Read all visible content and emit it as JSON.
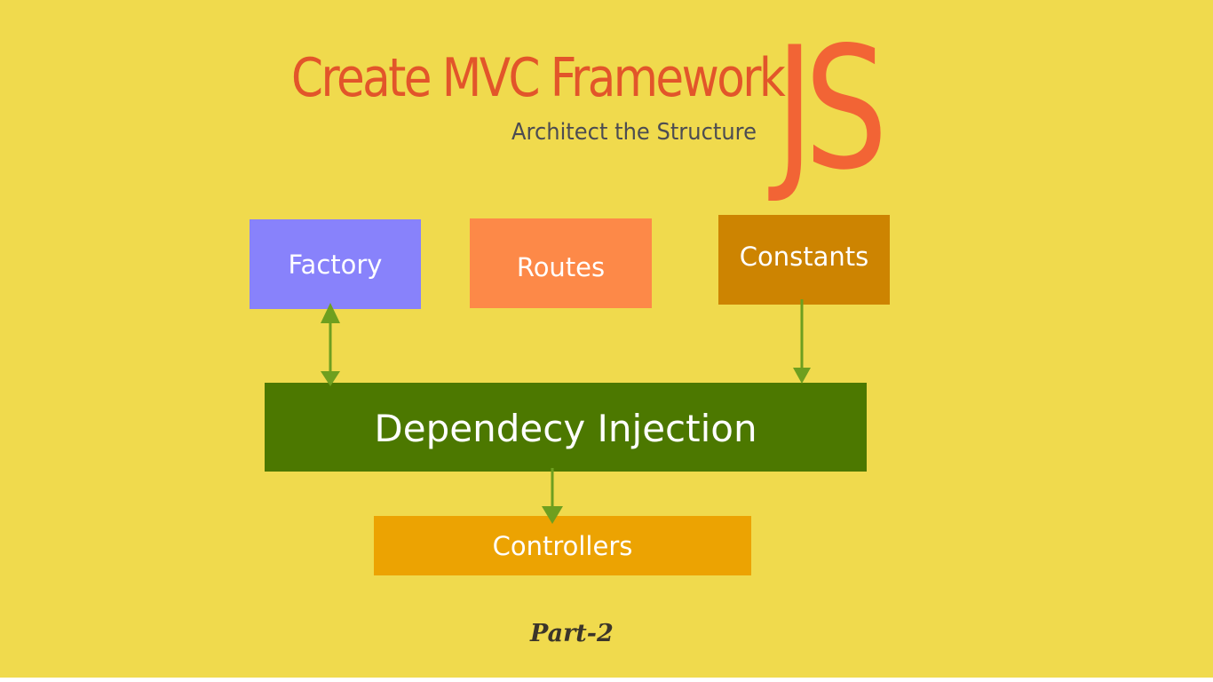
{
  "title": "Create MVC Framework",
  "logo_mark": "JS",
  "subtitle": "Architect the Structure",
  "nodes": {
    "factory": "Factory",
    "routes": "Routes",
    "constants": "Constants",
    "dependency_injection": "Dependecy Injection",
    "controllers": "Controllers"
  },
  "edges": [
    {
      "from": "factory",
      "to": "dependency_injection",
      "direction": "both"
    },
    {
      "from": "constants",
      "to": "dependency_injection",
      "direction": "forward"
    },
    {
      "from": "dependency_injection",
      "to": "controllers",
      "direction": "forward"
    }
  ],
  "footer": "Part-2",
  "colors": {
    "background": "#f0da4d",
    "title": "#e2552a",
    "logo_mark": "#f26435",
    "subtitle": "#4c4c52",
    "factory": "#8882fb",
    "routes": "#fd8948",
    "constants": "#cd8401",
    "dependency_injection": "#4c7800",
    "controllers": "#eca302",
    "connector": "#6e9f1f",
    "footer": "#3b352a"
  }
}
